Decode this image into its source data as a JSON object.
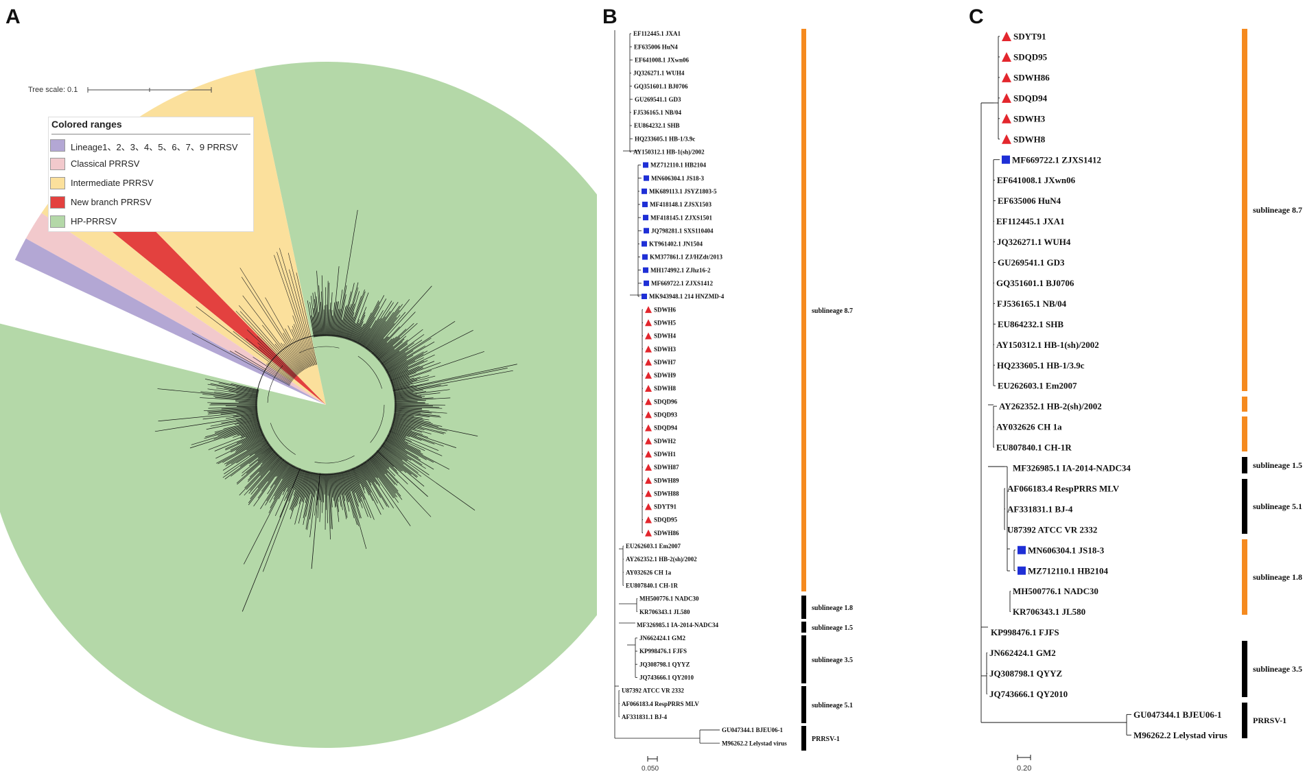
{
  "panels": {
    "a": "A",
    "b": "B",
    "c": "C"
  },
  "panel_a": {
    "tree_scale": "Tree scale: 0.1",
    "legend": {
      "title": "Colored ranges",
      "items": [
        {
          "label": "Lineage1、2、3、4、5、6、7、9 PRRSV",
          "color": "#b3a7d4"
        },
        {
          "label": "Classical PRRSV",
          "color": "#f2c9cc"
        },
        {
          "label": "Intermediate PRRSV",
          "color": "#fbe09c"
        },
        {
          "label": "New branch PRRSV",
          "color": "#e3413f"
        },
        {
          "label": "HP-PRRSV",
          "color": "#b4d8a8"
        }
      ]
    }
  },
  "panel_b": {
    "scale": "0.050",
    "leaves": [
      {
        "label": "EF112445.1 JXA1",
        "marker": "none"
      },
      {
        "label": "EF635006 HuN4",
        "marker": "none"
      },
      {
        "label": "EF641008.1 JXwn06",
        "marker": "none"
      },
      {
        "label": "JQ326271.1 WUH4",
        "marker": "none"
      },
      {
        "label": "GQ351601.1 BJ0706",
        "marker": "none"
      },
      {
        "label": "GU269541.1 GD3",
        "marker": "none"
      },
      {
        "label": "FJ536165.1 NB/04",
        "marker": "none"
      },
      {
        "label": "EU864232.1 SHB",
        "marker": "none"
      },
      {
        "label": "HQ233605.1 HB-1/3.9c",
        "marker": "none"
      },
      {
        "label": "AY150312.1 HB-1(sh)/2002",
        "marker": "none"
      },
      {
        "label": "MZ712110.1 HB2104",
        "marker": "square"
      },
      {
        "label": "MN606304.1 JS18-3",
        "marker": "square"
      },
      {
        "label": "MK689113.1 JSYZ1803-5",
        "marker": "square"
      },
      {
        "label": "MF418148.1 ZJSX1503",
        "marker": "square"
      },
      {
        "label": "MF418145.1 ZJXS1501",
        "marker": "square"
      },
      {
        "label": "JQ798281.1 SXS110404",
        "marker": "square"
      },
      {
        "label": "KT961402.1 JN1504",
        "marker": "square"
      },
      {
        "label": "KM377861.1 ZJ/HZdt/2013",
        "marker": "square"
      },
      {
        "label": "MH174992.1 ZJhz16-2",
        "marker": "square"
      },
      {
        "label": "MF669722.1 ZJXS1412",
        "marker": "square"
      },
      {
        "label": "MK943948.1 214 HNZMD-4",
        "marker": "square"
      },
      {
        "label": "SDWH6",
        "marker": "triangle"
      },
      {
        "label": "SDWH5",
        "marker": "triangle"
      },
      {
        "label": "SDWH4",
        "marker": "triangle"
      },
      {
        "label": "SDWH3",
        "marker": "triangle"
      },
      {
        "label": "SDWH7",
        "marker": "triangle"
      },
      {
        "label": "SDWH9",
        "marker": "triangle"
      },
      {
        "label": "SDWH8",
        "marker": "triangle"
      },
      {
        "label": "SDQD96",
        "marker": "triangle"
      },
      {
        "label": "SDQD93",
        "marker": "triangle"
      },
      {
        "label": "SDQD94",
        "marker": "triangle"
      },
      {
        "label": "SDWH2",
        "marker": "triangle"
      },
      {
        "label": "SDWH1",
        "marker": "triangle"
      },
      {
        "label": "SDWH87",
        "marker": "triangle"
      },
      {
        "label": "SDWH89",
        "marker": "triangle"
      },
      {
        "label": "SDWH88",
        "marker": "triangle"
      },
      {
        "label": "SDYT91",
        "marker": "triangle"
      },
      {
        "label": "SDQD95",
        "marker": "triangle"
      },
      {
        "label": "SDWH86",
        "marker": "triangle"
      },
      {
        "label": "EU262603.1 Em2007",
        "marker": "none"
      },
      {
        "label": "AY262352.1 HB-2(sh)/2002",
        "marker": "none"
      },
      {
        "label": "AY032626 CH 1a",
        "marker": "none"
      },
      {
        "label": "EU807840.1 CH-1R",
        "marker": "none"
      },
      {
        "label": "MH500776.1 NADC30",
        "marker": "none"
      },
      {
        "label": "KR706343.1 JL580",
        "marker": "none"
      },
      {
        "label": "MF326985.1 IA-2014-NADC34",
        "marker": "none"
      },
      {
        "label": "JN662424.1 GM2",
        "marker": "none"
      },
      {
        "label": "KP998476.1 FJFS",
        "marker": "none"
      },
      {
        "label": "JQ308798.1 QYYZ",
        "marker": "none"
      },
      {
        "label": "JQ743666.1 QY2010",
        "marker": "none"
      },
      {
        "label": "U87392 ATCC VR 2332",
        "marker": "none"
      },
      {
        "label": "AF066183.4 RespPRRS MLV",
        "marker": "none"
      },
      {
        "label": "AF331831.1 BJ-4",
        "marker": "none"
      },
      {
        "label": "GU047344.1 BJEU06-1",
        "marker": "none"
      },
      {
        "label": "M96262.2 Lelystad virus",
        "marker": "none"
      }
    ],
    "clades": [
      {
        "label": "sublineage 8.7",
        "color": "#f58a1f"
      },
      {
        "label": "sublineage 1.8",
        "color": "#000000"
      },
      {
        "label": "sublineage 1.5",
        "color": "#000000"
      },
      {
        "label": "sublineage 3.5",
        "color": "#000000"
      },
      {
        "label": "sublineage 5.1",
        "color": "#000000"
      },
      {
        "label": "PRRSV-1",
        "color": "#000000"
      }
    ]
  },
  "panel_c": {
    "scale": "0.20",
    "leaves": [
      {
        "label": "SDYT91",
        "marker": "triangle"
      },
      {
        "label": "SDQD95",
        "marker": "triangle"
      },
      {
        "label": "SDWH86",
        "marker": "triangle"
      },
      {
        "label": "SDQD94",
        "marker": "triangle"
      },
      {
        "label": "SDWH3",
        "marker": "triangle"
      },
      {
        "label": "SDWH8",
        "marker": "triangle"
      },
      {
        "label": "MF669722.1 ZJXS1412",
        "marker": "square"
      },
      {
        "label": "EF641008.1 JXwn06",
        "marker": "none"
      },
      {
        "label": "EF635006 HuN4",
        "marker": "none"
      },
      {
        "label": "EF112445.1 JXA1",
        "marker": "none"
      },
      {
        "label": "JQ326271.1 WUH4",
        "marker": "none"
      },
      {
        "label": "GU269541.1 GD3",
        "marker": "none"
      },
      {
        "label": "GQ351601.1 BJ0706",
        "marker": "none"
      },
      {
        "label": "FJ536165.1 NB/04",
        "marker": "none"
      },
      {
        "label": "EU864232.1 SHB",
        "marker": "none"
      },
      {
        "label": "AY150312.1 HB-1(sh)/2002",
        "marker": "none"
      },
      {
        "label": "HQ233605.1 HB-1/3.9c",
        "marker": "none"
      },
      {
        "label": "EU262603.1 Em2007",
        "marker": "none"
      },
      {
        "label": "AY262352.1 HB-2(sh)/2002",
        "marker": "none"
      },
      {
        "label": "AY032626 CH 1a",
        "marker": "none"
      },
      {
        "label": "EU807840.1 CH-1R",
        "marker": "none"
      },
      {
        "label": "MF326985.1 IA-2014-NADC34",
        "marker": "none"
      },
      {
        "label": "AF066183.4 RespPRRS MLV",
        "marker": "none"
      },
      {
        "label": "AF331831.1 BJ-4",
        "marker": "none"
      },
      {
        "label": "U87392 ATCC VR 2332",
        "marker": "none"
      },
      {
        "label": "MN606304.1 JS18-3",
        "marker": "square"
      },
      {
        "label": "MZ712110.1 HB2104",
        "marker": "square"
      },
      {
        "label": "MH500776.1 NADC30",
        "marker": "none"
      },
      {
        "label": "KR706343.1 JL580",
        "marker": "none"
      },
      {
        "label": "KP998476.1 FJFS",
        "marker": "none"
      },
      {
        "label": "JN662424.1 GM2",
        "marker": "none"
      },
      {
        "label": "JQ308798.1 QYYZ",
        "marker": "none"
      },
      {
        "label": "JQ743666.1 QY2010",
        "marker": "none"
      },
      {
        "label": "GU047344.1 BJEU06-1",
        "marker": "none"
      },
      {
        "label": "M96262.2 Lelystad virus",
        "marker": "none"
      }
    ],
    "clades": [
      {
        "label": "sublineage 8.7",
        "color": "#f58a1f"
      },
      {
        "label": "sublineage 1.5",
        "color": "#000000"
      },
      {
        "label": "sublineage 5.1",
        "color": "#000000"
      },
      {
        "label": "sublineage 1.8",
        "color": "#f58a1f"
      },
      {
        "label": "sublineage 3.5",
        "color": "#000000"
      },
      {
        "label": "PRRSV-1",
        "color": "#000000"
      }
    ]
  }
}
